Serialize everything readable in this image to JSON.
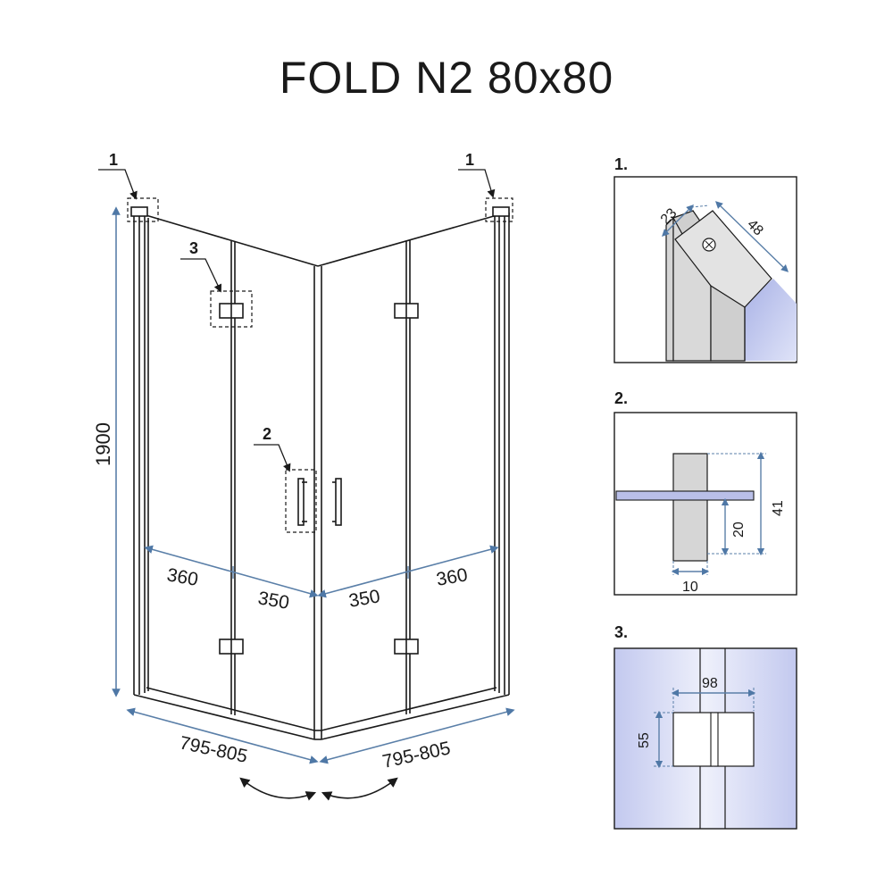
{
  "title": "FOLD N2 80x80",
  "callouts": {
    "c1_left": "1",
    "c1_right": "1",
    "c2": "2",
    "c3": "3"
  },
  "dims": {
    "height": "1900",
    "panel_left_outer": "360",
    "panel_left_inner": "350",
    "panel_right_inner": "350",
    "panel_right_outer": "360",
    "width_left": "795-805",
    "width_right": "795-805"
  },
  "details": {
    "d1": {
      "label": "1.",
      "a": "23",
      "b": "48"
    },
    "d2": {
      "label": "2.",
      "height": "41",
      "offset": "20",
      "width": "10"
    },
    "d3": {
      "label": "3.",
      "width": "98",
      "height": "55"
    }
  },
  "colors": {
    "line": "#1a1a1a",
    "dimension": "#5a7fa8",
    "glass_tint": "#c9cdee"
  }
}
